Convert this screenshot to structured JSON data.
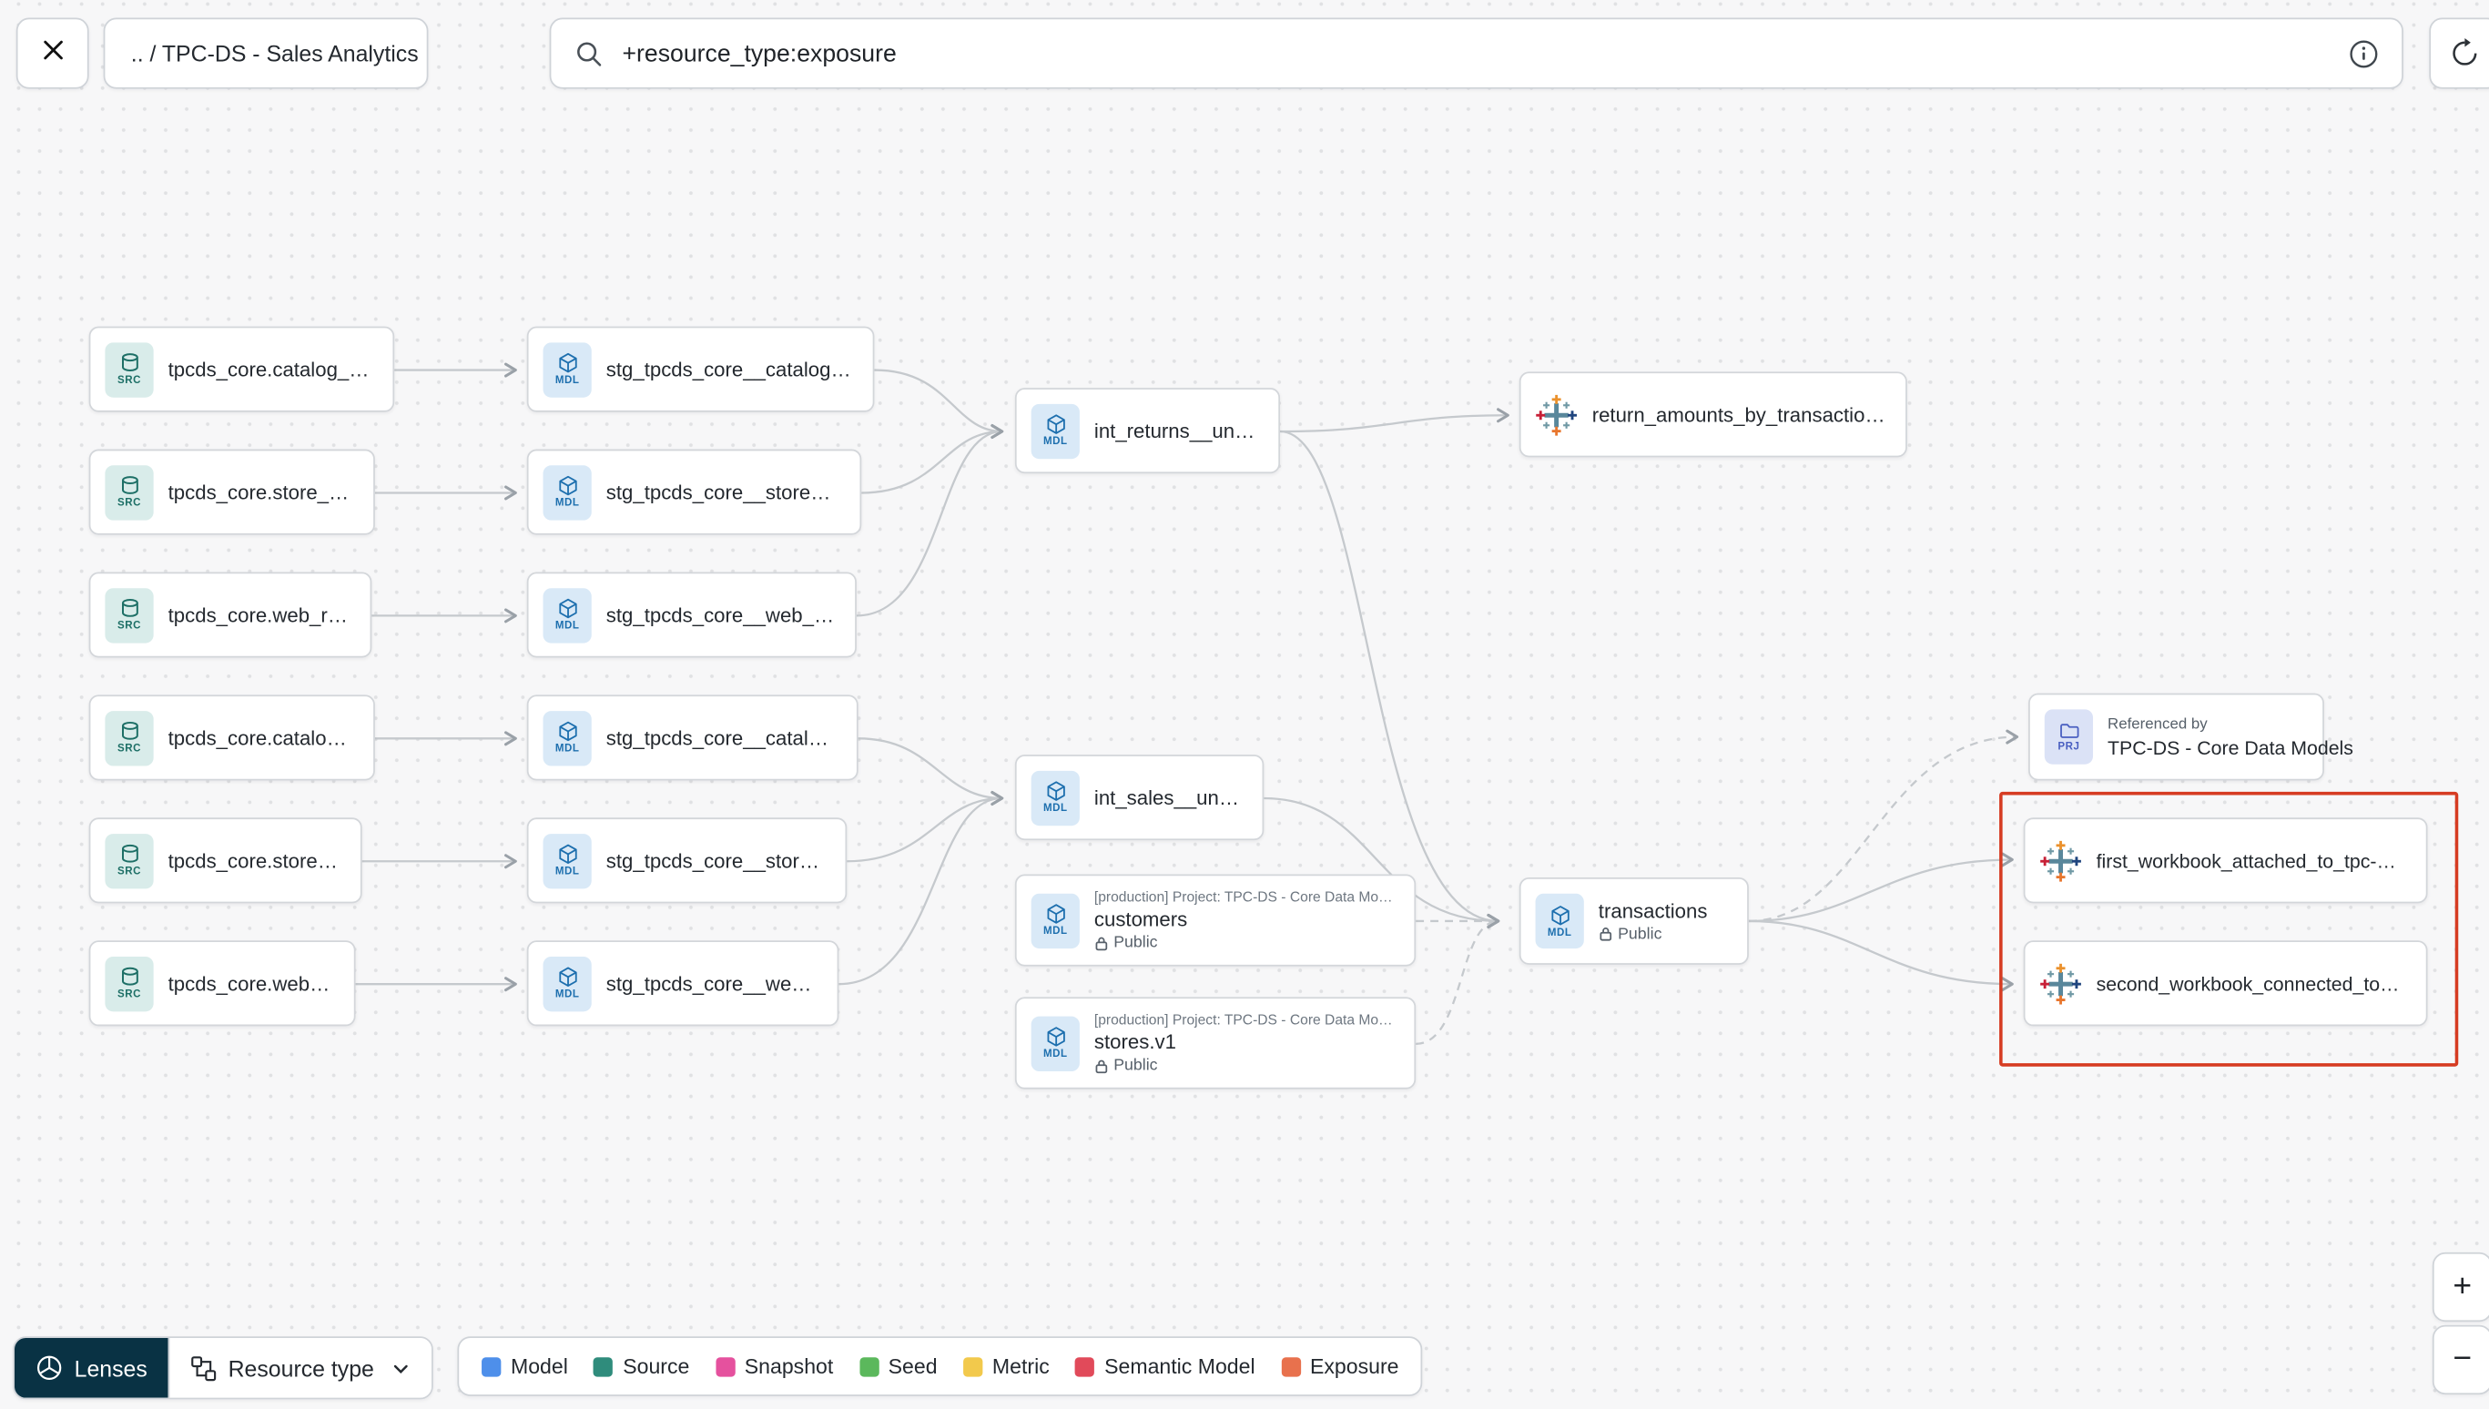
{
  "topbar": {
    "breadcrumb": ".. / TPC-DS - Sales Analytics",
    "search_value": "+resource_type:exposure"
  },
  "badges": {
    "src": "SRC",
    "mdl": "MDL",
    "prj": "PRJ"
  },
  "nodes": {
    "sources": [
      "tpcds_core.catalog_returns",
      "tpcds_core.store_returns",
      "tpcds_core.web_returns",
      "tpcds_core.catalog_sales",
      "tpcds_core.store_sales",
      "tpcds_core.web_sales"
    ],
    "staging": [
      "stg_tpcds_core__catalog_returns",
      "stg_tpcds_core__store_returns",
      "stg_tpcds_core__web_returns",
      "stg_tpcds_core__catalog_sales",
      "stg_tpcds_core__store_sales",
      "stg_tpcds_core__web_sales"
    ],
    "int_returns": "int_returns__unioned",
    "int_sales": "int_sales__unioned",
    "customers": {
      "project": "[production] Project: TPC-DS - Core Data Mo…",
      "name": "customers",
      "access": "Public"
    },
    "stores": {
      "project": "[production] Project: TPC-DS - Core Data Mo…",
      "name": "stores.v1",
      "access": "Public"
    },
    "exposure_returns": "return_amounts_by_transaction_type",
    "transactions": {
      "name": "transactions",
      "access": "Public"
    },
    "referenced_by": {
      "title": "Referenced by",
      "name": "TPC-DS - Core Data Models"
    },
    "workbooks": [
      "first_workbook_attached_to_tpc-ds_-_…",
      "second_workbook_connected_to_live…"
    ]
  },
  "footer": {
    "lenses_label": "Lenses",
    "resource_type_label": "Resource type",
    "legend": [
      {
        "label": "Model",
        "color": "#4e8fea"
      },
      {
        "label": "Source",
        "color": "#2f8c7c"
      },
      {
        "label": "Snapshot",
        "color": "#e5519e"
      },
      {
        "label": "Seed",
        "color": "#5bb85c"
      },
      {
        "label": "Metric",
        "color": "#f2c94c"
      },
      {
        "label": "Semantic Model",
        "color": "#e14a5a"
      },
      {
        "label": "Exposure",
        "color": "#e8714d"
      }
    ]
  },
  "zoom": {
    "in": "+",
    "out": "−"
  },
  "icons": [
    "close-icon",
    "search-icon",
    "info-icon",
    "refresh-icon",
    "database-icon",
    "model-cube-icon",
    "project-folder-icon",
    "tableau-icon",
    "lock-icon",
    "lenses-icon",
    "resource-type-icon",
    "chevron-down-icon",
    "plus-icon",
    "minus-icon"
  ]
}
